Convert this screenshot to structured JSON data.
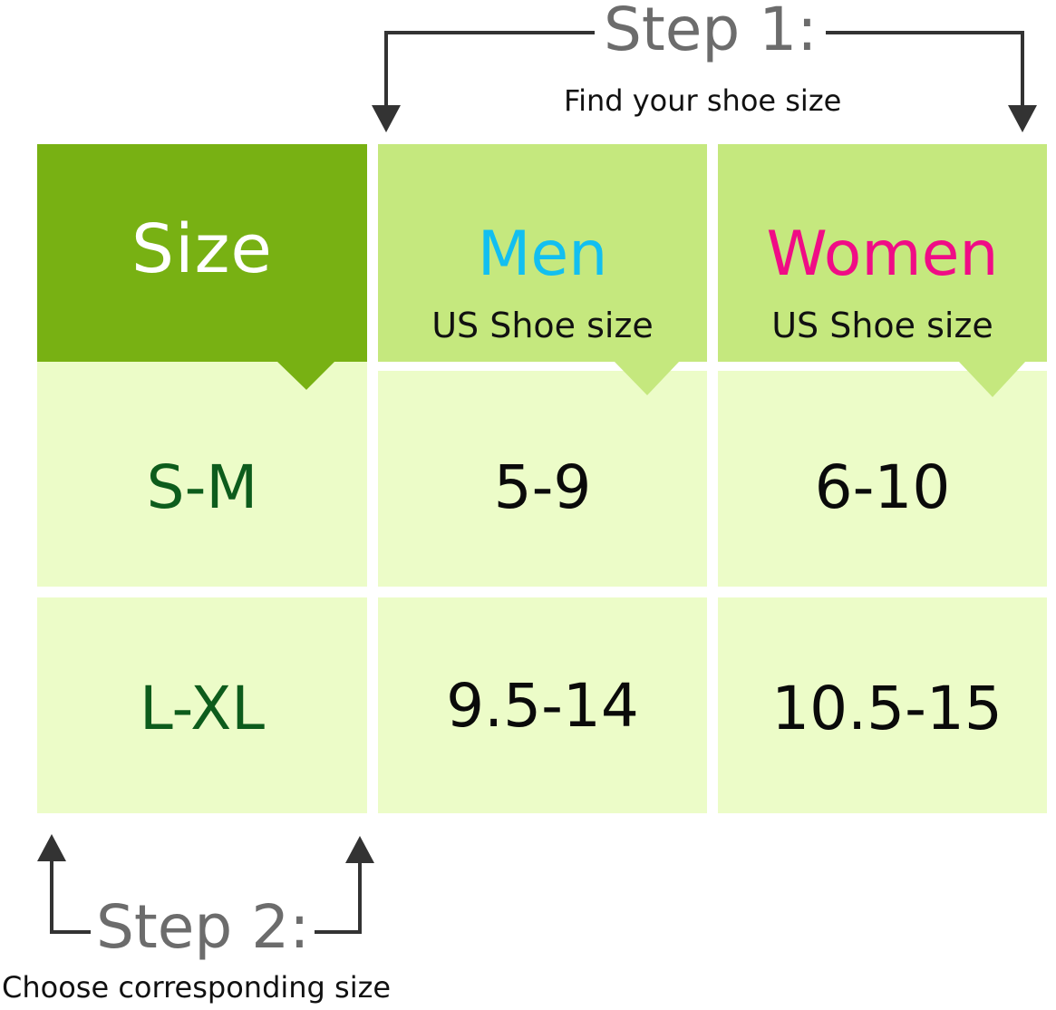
{
  "step1": {
    "title": "Step 1:",
    "description": "Find your shoe size"
  },
  "step2": {
    "title": "Step 2:",
    "description": "Choose corresponding size"
  },
  "table": {
    "headers": {
      "size": "Size",
      "men": {
        "title": "Men",
        "subtitle": "US Shoe size"
      },
      "women": {
        "title": "Women",
        "subtitle": "US Shoe size"
      }
    },
    "rows": [
      {
        "size": "S-M",
        "men": "5-9",
        "women": "6-10"
      },
      {
        "size": "L-XL",
        "men": "9.5-14",
        "women": "10.5-15"
      }
    ]
  },
  "colors": {
    "size_header_bg": "#78b113",
    "shoe_header_bg": "#c5e87e",
    "body_bg": "#ecfcc8",
    "men_text": "#12bff0",
    "women_text": "#f00c86",
    "size_text": "#0d5c1c",
    "step_text": "#6c6c6c"
  }
}
